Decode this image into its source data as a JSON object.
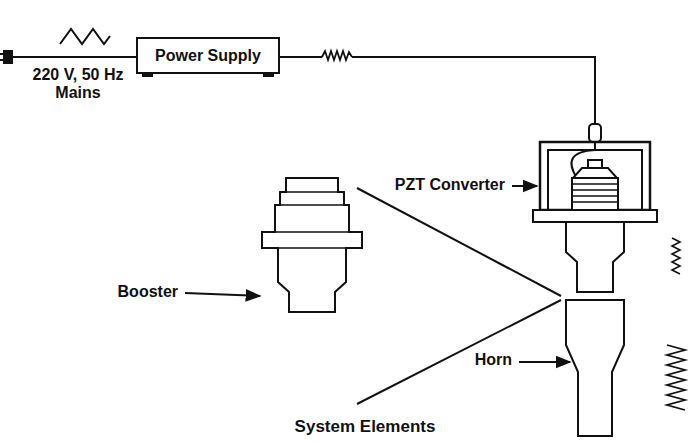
{
  "diagram": {
    "caption": "System Elements",
    "nodes": [
      {
        "text": [
          "Power Supply"
        ]
      }
    ],
    "labels": [
      "220 V, 50 Hz Mains",
      "PZT Converter",
      "Booster",
      "Horn"
    ]
  }
}
